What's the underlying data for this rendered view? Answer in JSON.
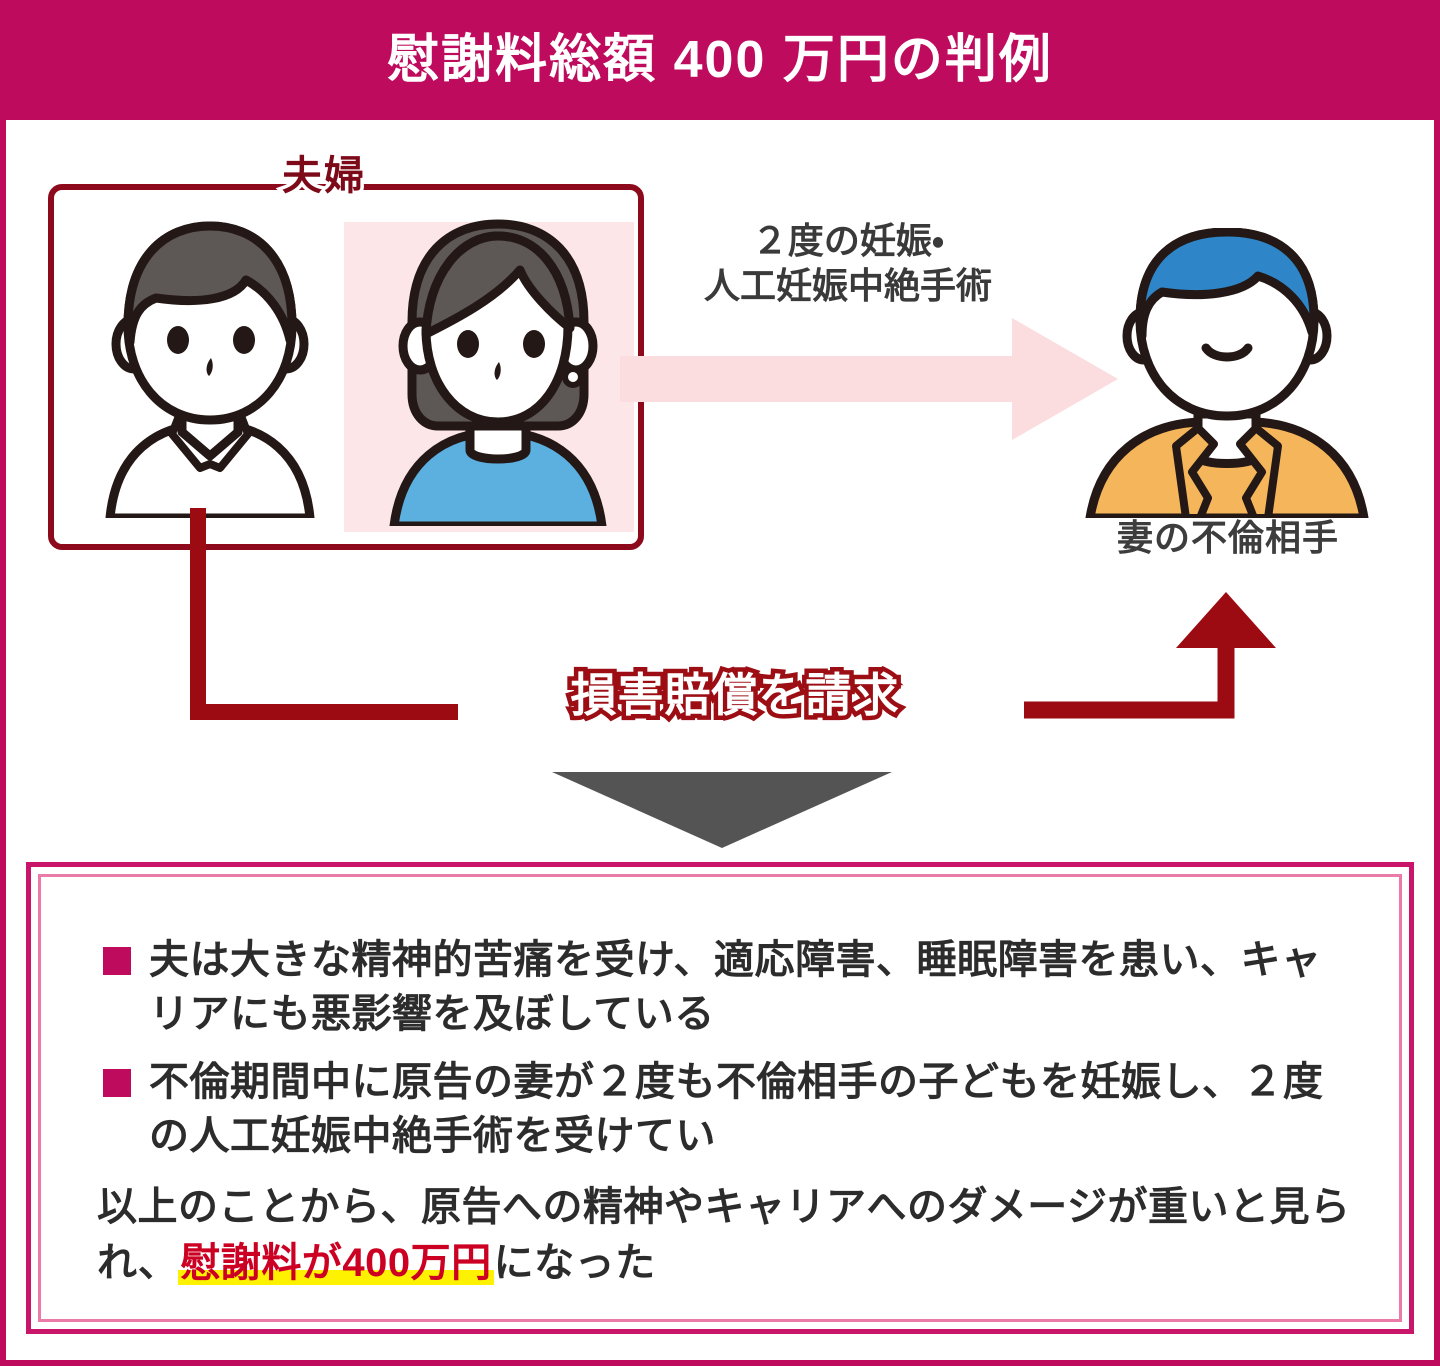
{
  "header": {
    "title": "慰謝料総額 400 万円の判例",
    "bg_color": "#be0b5d",
    "text_color": "#ffffff"
  },
  "diagram": {
    "couple_box_label": "夫婦",
    "couple_box_border_color": "#8c0a1c",
    "husband": {
      "name": "夫",
      "hair_color": "#5d5756",
      "shirt_color": "#ffffff"
    },
    "wife": {
      "name": "妻",
      "hair_color": "#5d5756",
      "top_color": "#5bb0e0",
      "highlight_bg": "#fce6e8"
    },
    "affair_partner": {
      "label": "妻の不倫相手",
      "hair_color": "#2e86c8",
      "jacket_color": "#f5b65b"
    },
    "arrow_caption_line1": "２度の妊娠・",
    "arrow_caption_line2": "人工妊娠中絶手術",
    "pink_arrow_color": "#fbdde0",
    "claim_label": "損害賠償を請求",
    "claim_label_stroke": "#9c0d14",
    "connector_color": "#9c0a12",
    "down_triangle_color": "#545454"
  },
  "result": {
    "border_color_outer": "#c9156a",
    "border_color_inner": "#ea7aa8",
    "bullet_color": "#be0b5d",
    "bullets": [
      "夫は大きな精神的苦痛を受け、適応障害、睡眠障害を患い、キャリアにも悪影響を及ぼしている",
      "不倫期間中に原告の妻が２度も不倫相手の子どもを妊娠し、２度の人工妊娠中絶手術を受けてい"
    ],
    "conclusion_prefix": "以上のことから、原告への精神やキャリアへのダメージが重いと見られ、",
    "conclusion_highlight": "慰謝料が400万円",
    "conclusion_suffix": "になった",
    "highlight_bg_color": "#fff200",
    "highlight_text_color": "#cc0022"
  }
}
